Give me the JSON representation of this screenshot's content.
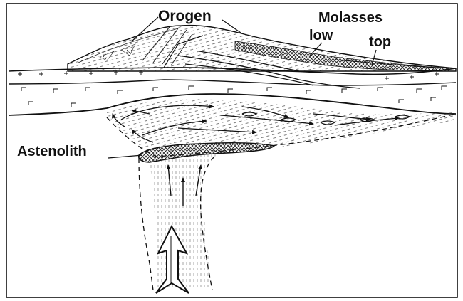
{
  "labels": {
    "orogen": "Orogen",
    "molasses": "Molasses",
    "low": "low",
    "top": "top",
    "astenolith": "Astenolith"
  },
  "colors": {
    "ink": "#111111",
    "background": "#ffffff"
  }
}
